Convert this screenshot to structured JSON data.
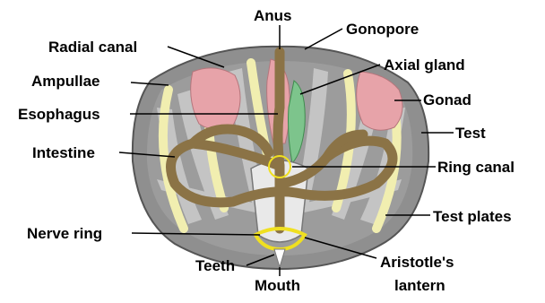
{
  "diagram": {
    "labels": {
      "anus": "Anus",
      "gonopore": "Gonopore",
      "radial_canal": "Radial canal",
      "axial_gland": "Axial gland",
      "ampullae": "Ampullae",
      "gonad": "Gonad",
      "esophagus": "Esophagus",
      "test": "Test",
      "intestine": "Intestine",
      "ring_canal": "Ring canal",
      "test_plates": "Test plates",
      "nerve_ring": "Nerve ring",
      "teeth": "Teeth",
      "aristotles_lantern_line1": "Aristotle's",
      "aristotles_lantern_line2": "lantern",
      "mouth": "Mouth"
    },
    "colors": {
      "test_fill": "#8f8f8f",
      "test_plate": "#c9c9c9",
      "ampullae": "#f1eeb0",
      "gonad": "#e7a3a9",
      "intestine": "#8b7346",
      "axial_gland": "#7dc48c",
      "nerve_ring": "#f0e020",
      "lantern": "#e9e9e9"
    }
  }
}
